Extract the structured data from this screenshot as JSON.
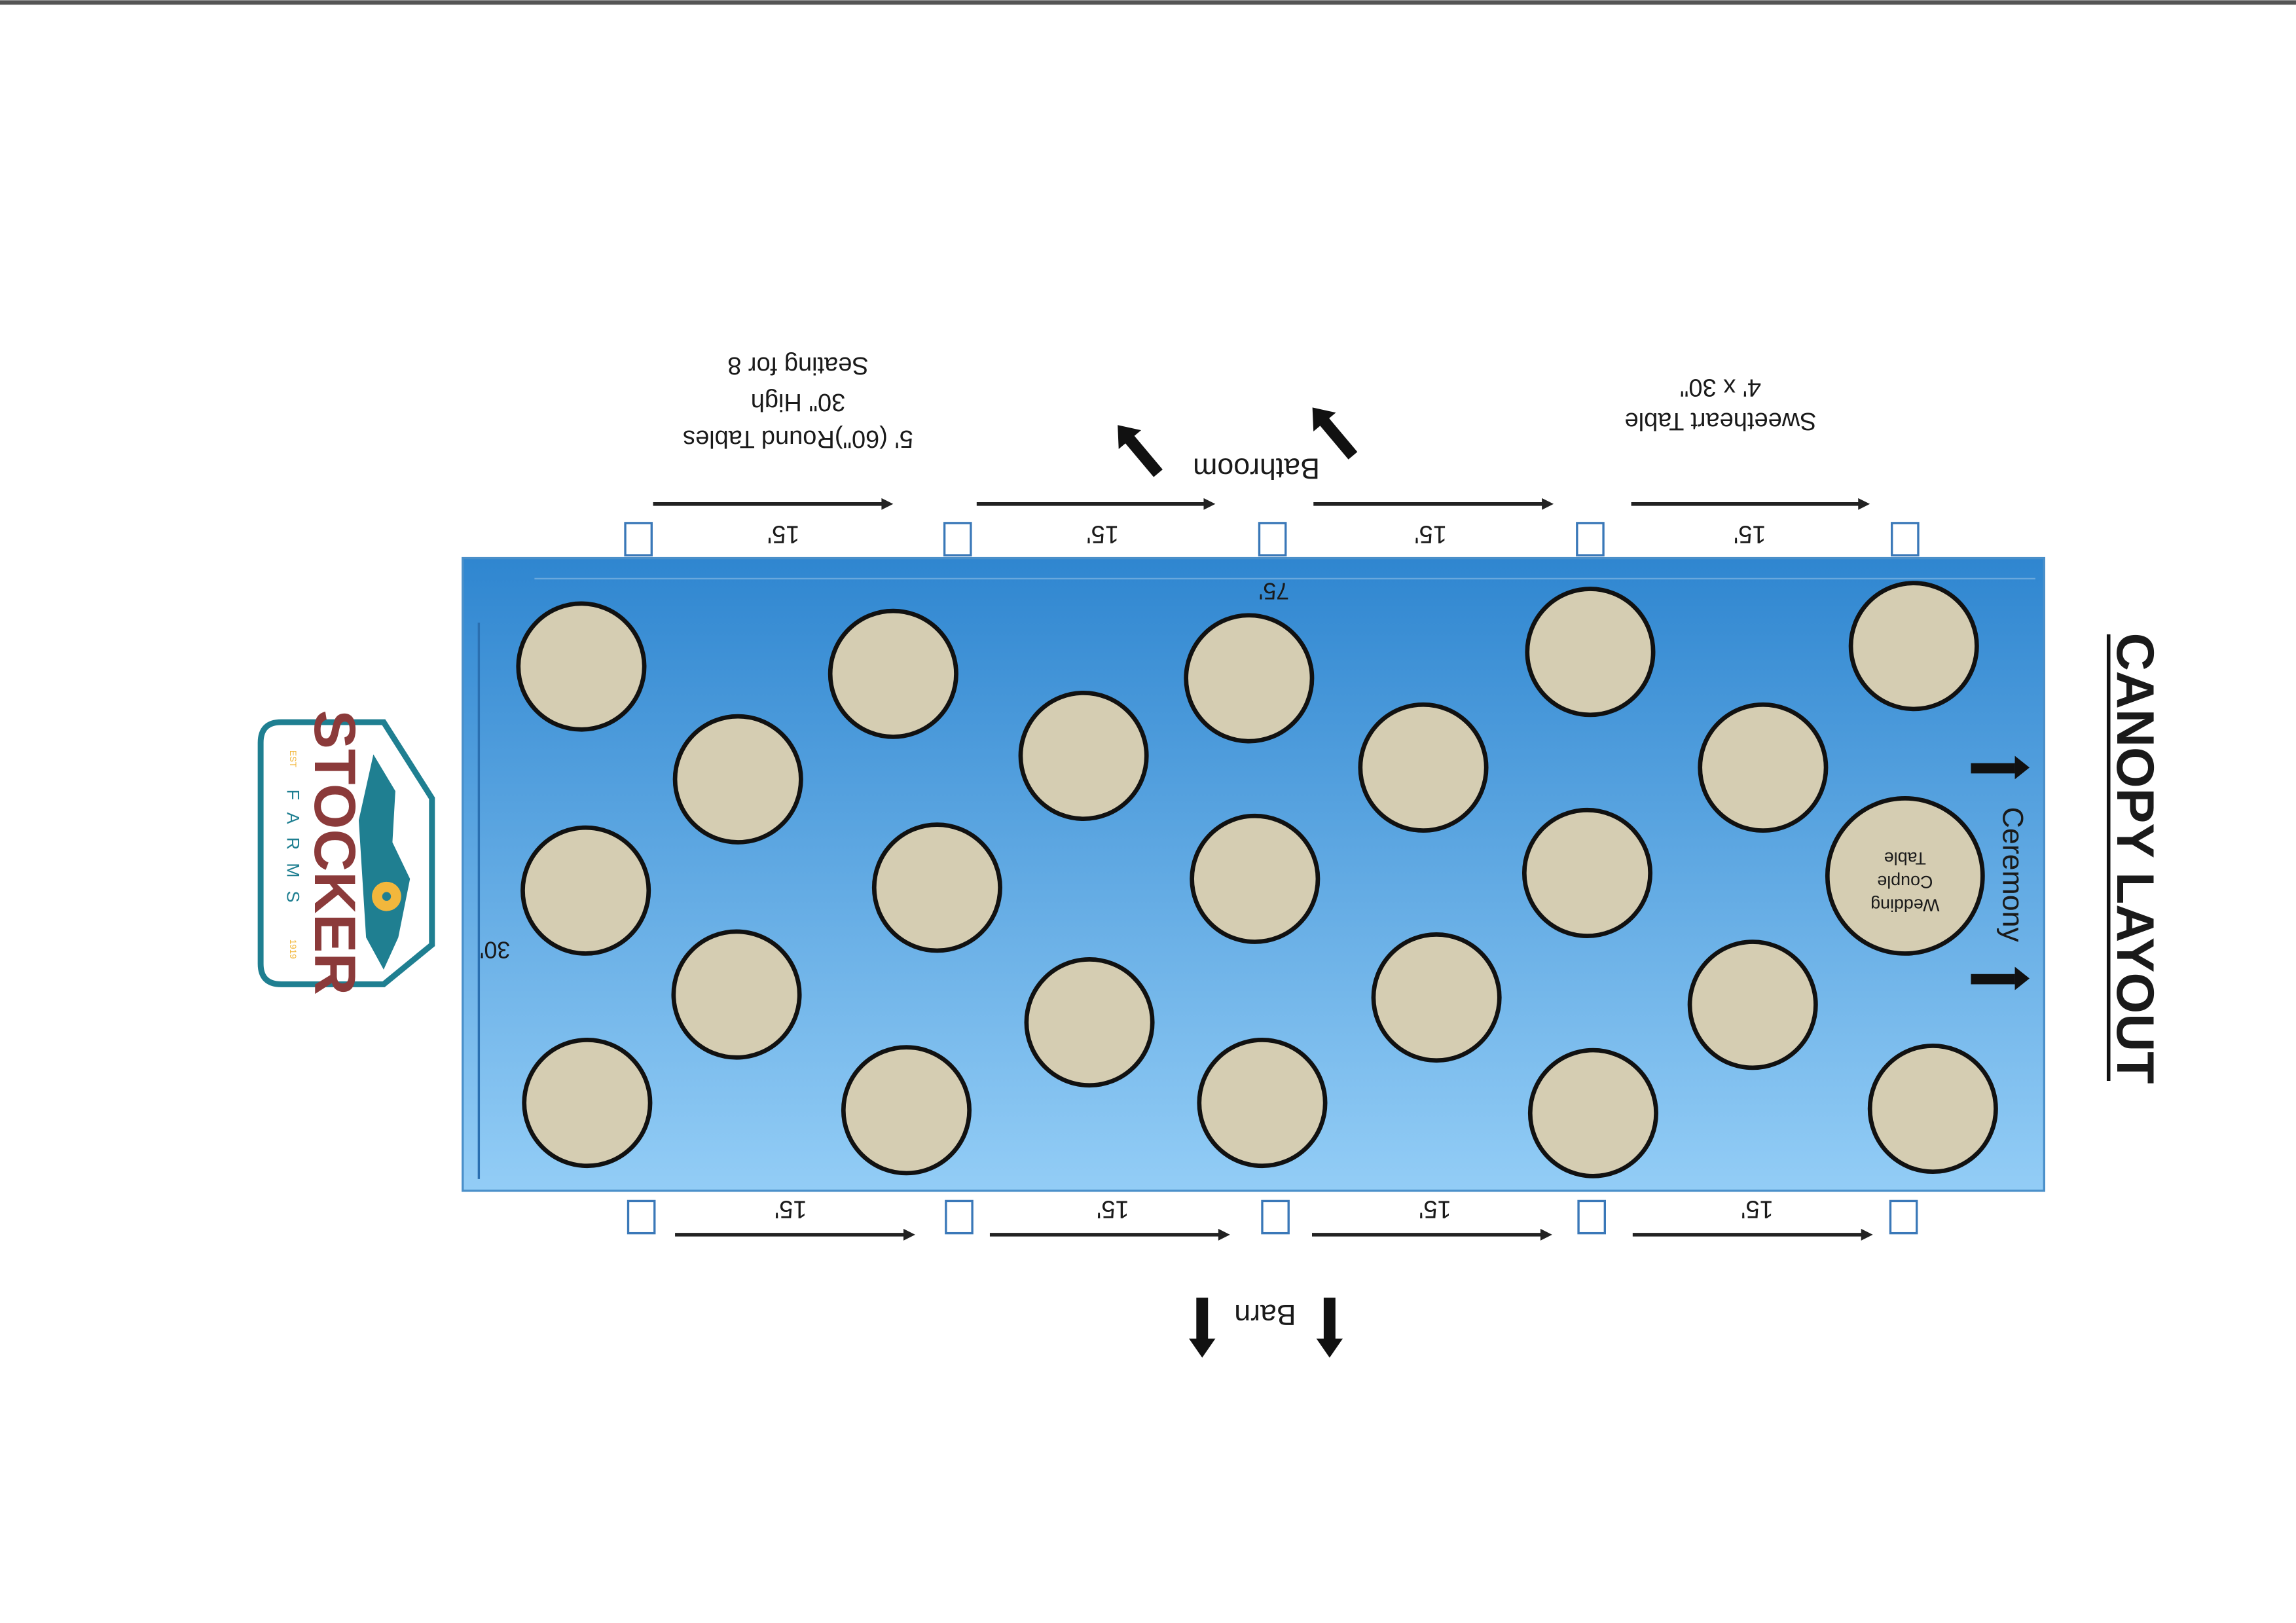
{
  "title": "CANOPY LAYOUT",
  "canopy": {
    "length_label": "75'",
    "width_label": "30'",
    "gradient_top": "#2f86d0",
    "gradient_bottom": "#8fcaf5",
    "table_fill": "#d5cdb2"
  },
  "ceremony_label": "Ceremony",
  "couple_table": {
    "line1": "Wedding",
    "line2": "Couple",
    "line3": "Table"
  },
  "round_tables_note": {
    "line1": "5' (60\")Round Tables",
    "line2": "30\" High",
    "line3": "Seating for 8"
  },
  "sweetheart_note": {
    "line1": "Sweetheart Table",
    "line2": "4' x 30\""
  },
  "bathroom_label": "Bathroom",
  "barn_label": "Barn",
  "spacing_top": [
    "15'",
    "15'",
    "15'",
    "15'"
  ],
  "spacing_bottom": [
    "15'",
    "15'",
    "15'",
    "15'"
  ],
  "logo": {
    "name": "STOCKER",
    "sub": "FARMS",
    "est": "EST",
    "year": "1919",
    "colors": {
      "border": "#1f7f91",
      "text": "#8b3a3a",
      "flower": "#f2b73c"
    }
  }
}
